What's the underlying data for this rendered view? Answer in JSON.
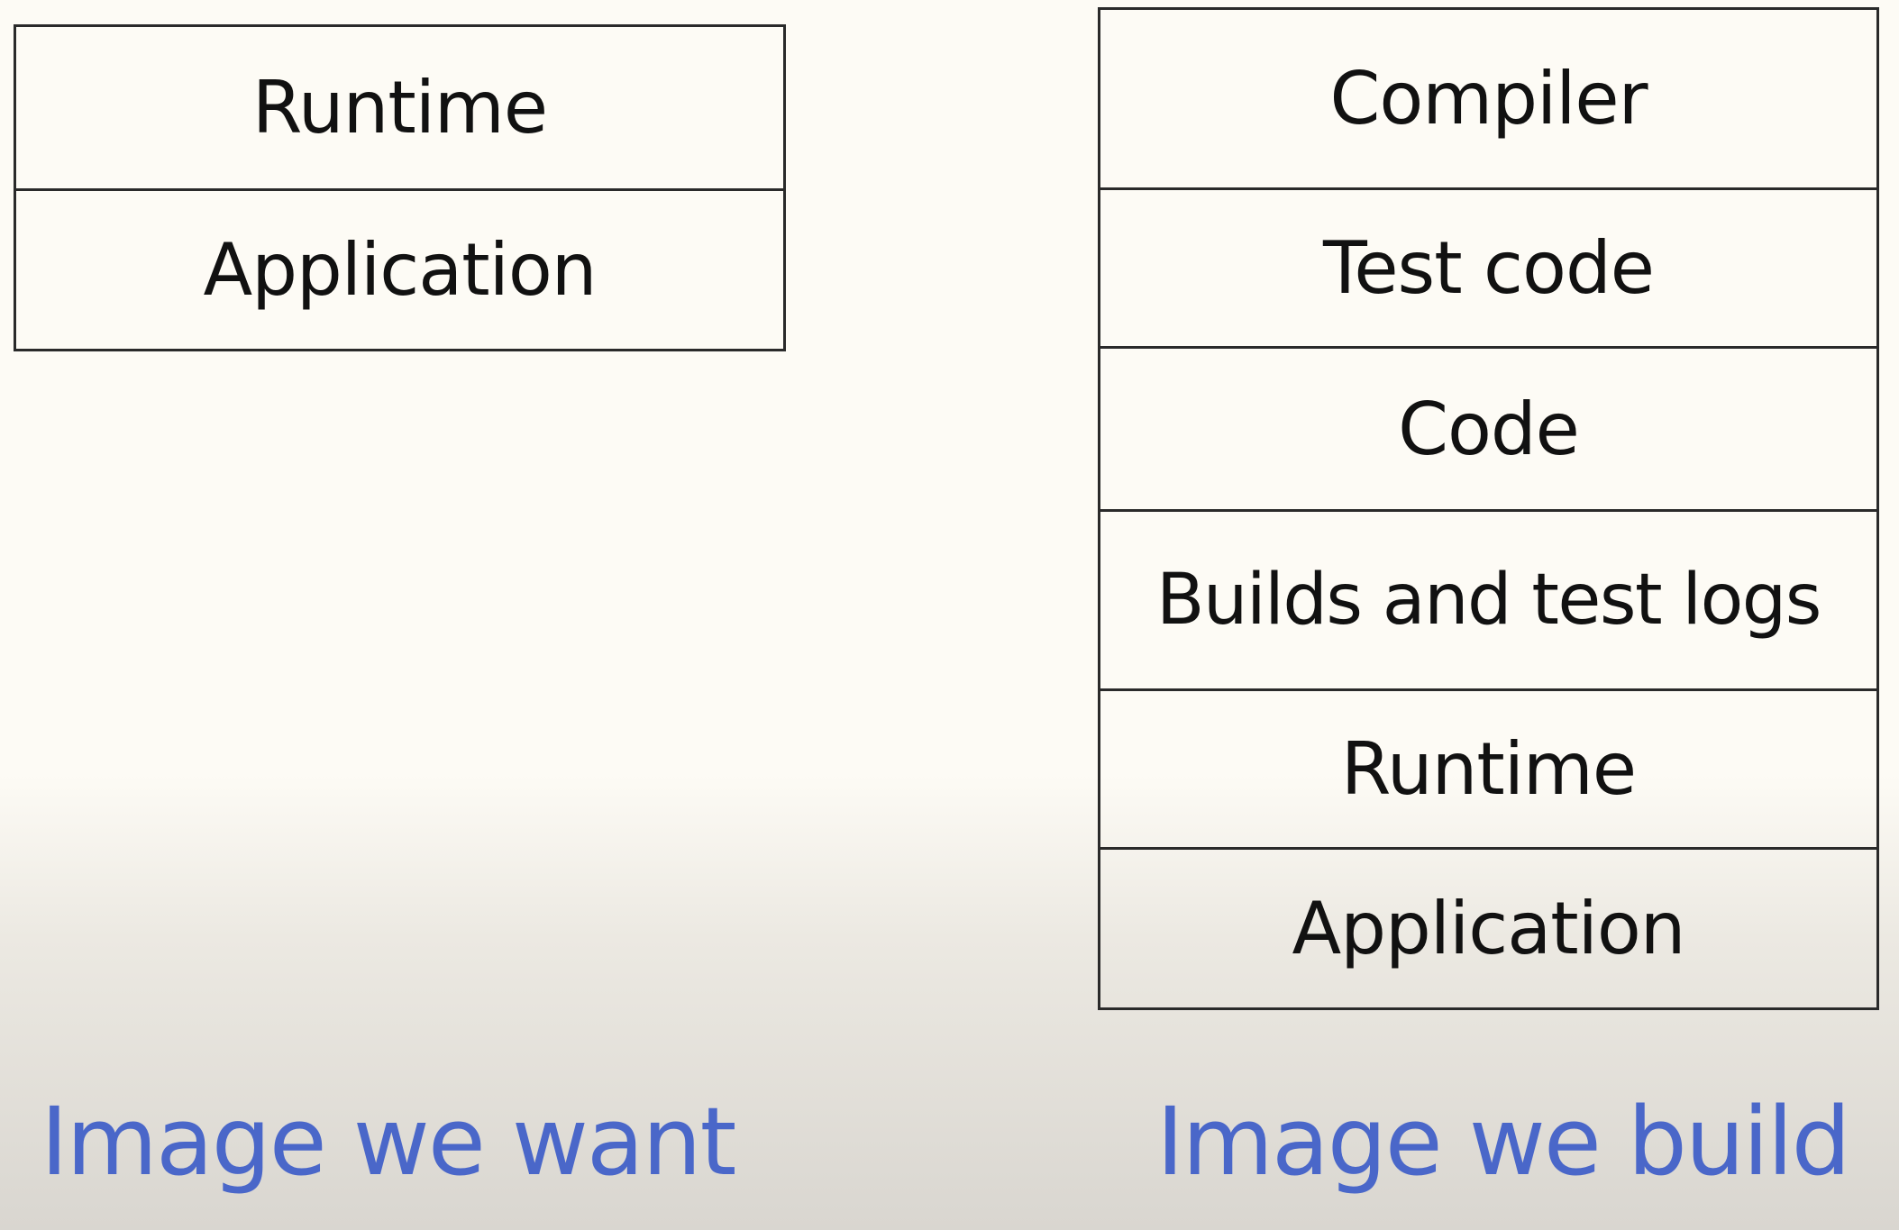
{
  "diagram": {
    "image_we_want": {
      "caption": "Image we want",
      "layers": [
        "Runtime",
        "Application"
      ]
    },
    "image_we_build": {
      "caption": "Image we build",
      "layers": [
        "Compiler",
        "Test code",
        "Code",
        "Builds and test logs",
        "Runtime",
        "Application"
      ]
    }
  },
  "colors": {
    "caption": "#4a67c9",
    "box_border": "#2a2a2a",
    "text": "#111111",
    "background_top": "#fdfbf5",
    "background_bottom": "#d9d6d0"
  }
}
